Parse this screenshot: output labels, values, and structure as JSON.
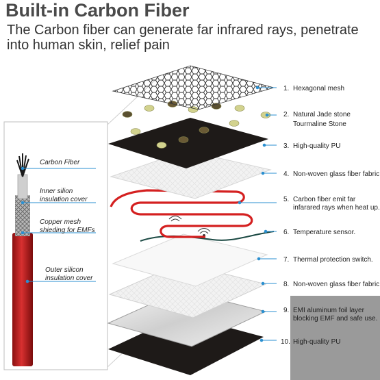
{
  "title": "Built-in Carbon Fiber",
  "subtitle": "The Carbon fiber can generate far infrared rays, penetrate into human skin, relief pain",
  "cable_labels": [
    "Carbon Fiber",
    "Inner silion",
    "insulation cover",
    "Copper mesh",
    "shieding for EMFs",
    "Outer silicon",
    "insulation cover"
  ],
  "layers": [
    {
      "num": "1.",
      "lines": [
        "Hexagonal mesh"
      ]
    },
    {
      "num": "2.",
      "lines": [
        "Natural Jade stone",
        "Tourmaline Stone"
      ]
    },
    {
      "num": "3.",
      "lines": [
        "High-quality PU"
      ]
    },
    {
      "num": "4.",
      "lines": [
        "Non-woven glass fiber fabric."
      ]
    },
    {
      "num": "5.",
      "lines": [
        "Carbon fiber emit far",
        "infarared rays when heat up."
      ]
    },
    {
      "num": "6.",
      "lines": [
        "Temperature sensor."
      ]
    },
    {
      "num": "7.",
      "lines": [
        "Thermal protection switch."
      ]
    },
    {
      "num": "8.",
      "lines": [
        "Non-woven glass fiber fabric."
      ]
    },
    {
      "num": "9.",
      "lines": [
        "EMI aluminum foil layer",
        "blocking EMF and safe use."
      ]
    },
    {
      "num": "10.",
      "lines": [
        "High-quality PU"
      ]
    }
  ],
  "colors": {
    "carbon_wire": "#d42020",
    "pu_layer": "#1e1a18",
    "label_line": "#2a8fd0",
    "stone": "#c9c98c",
    "highlight_box": "#9a9a9a"
  }
}
